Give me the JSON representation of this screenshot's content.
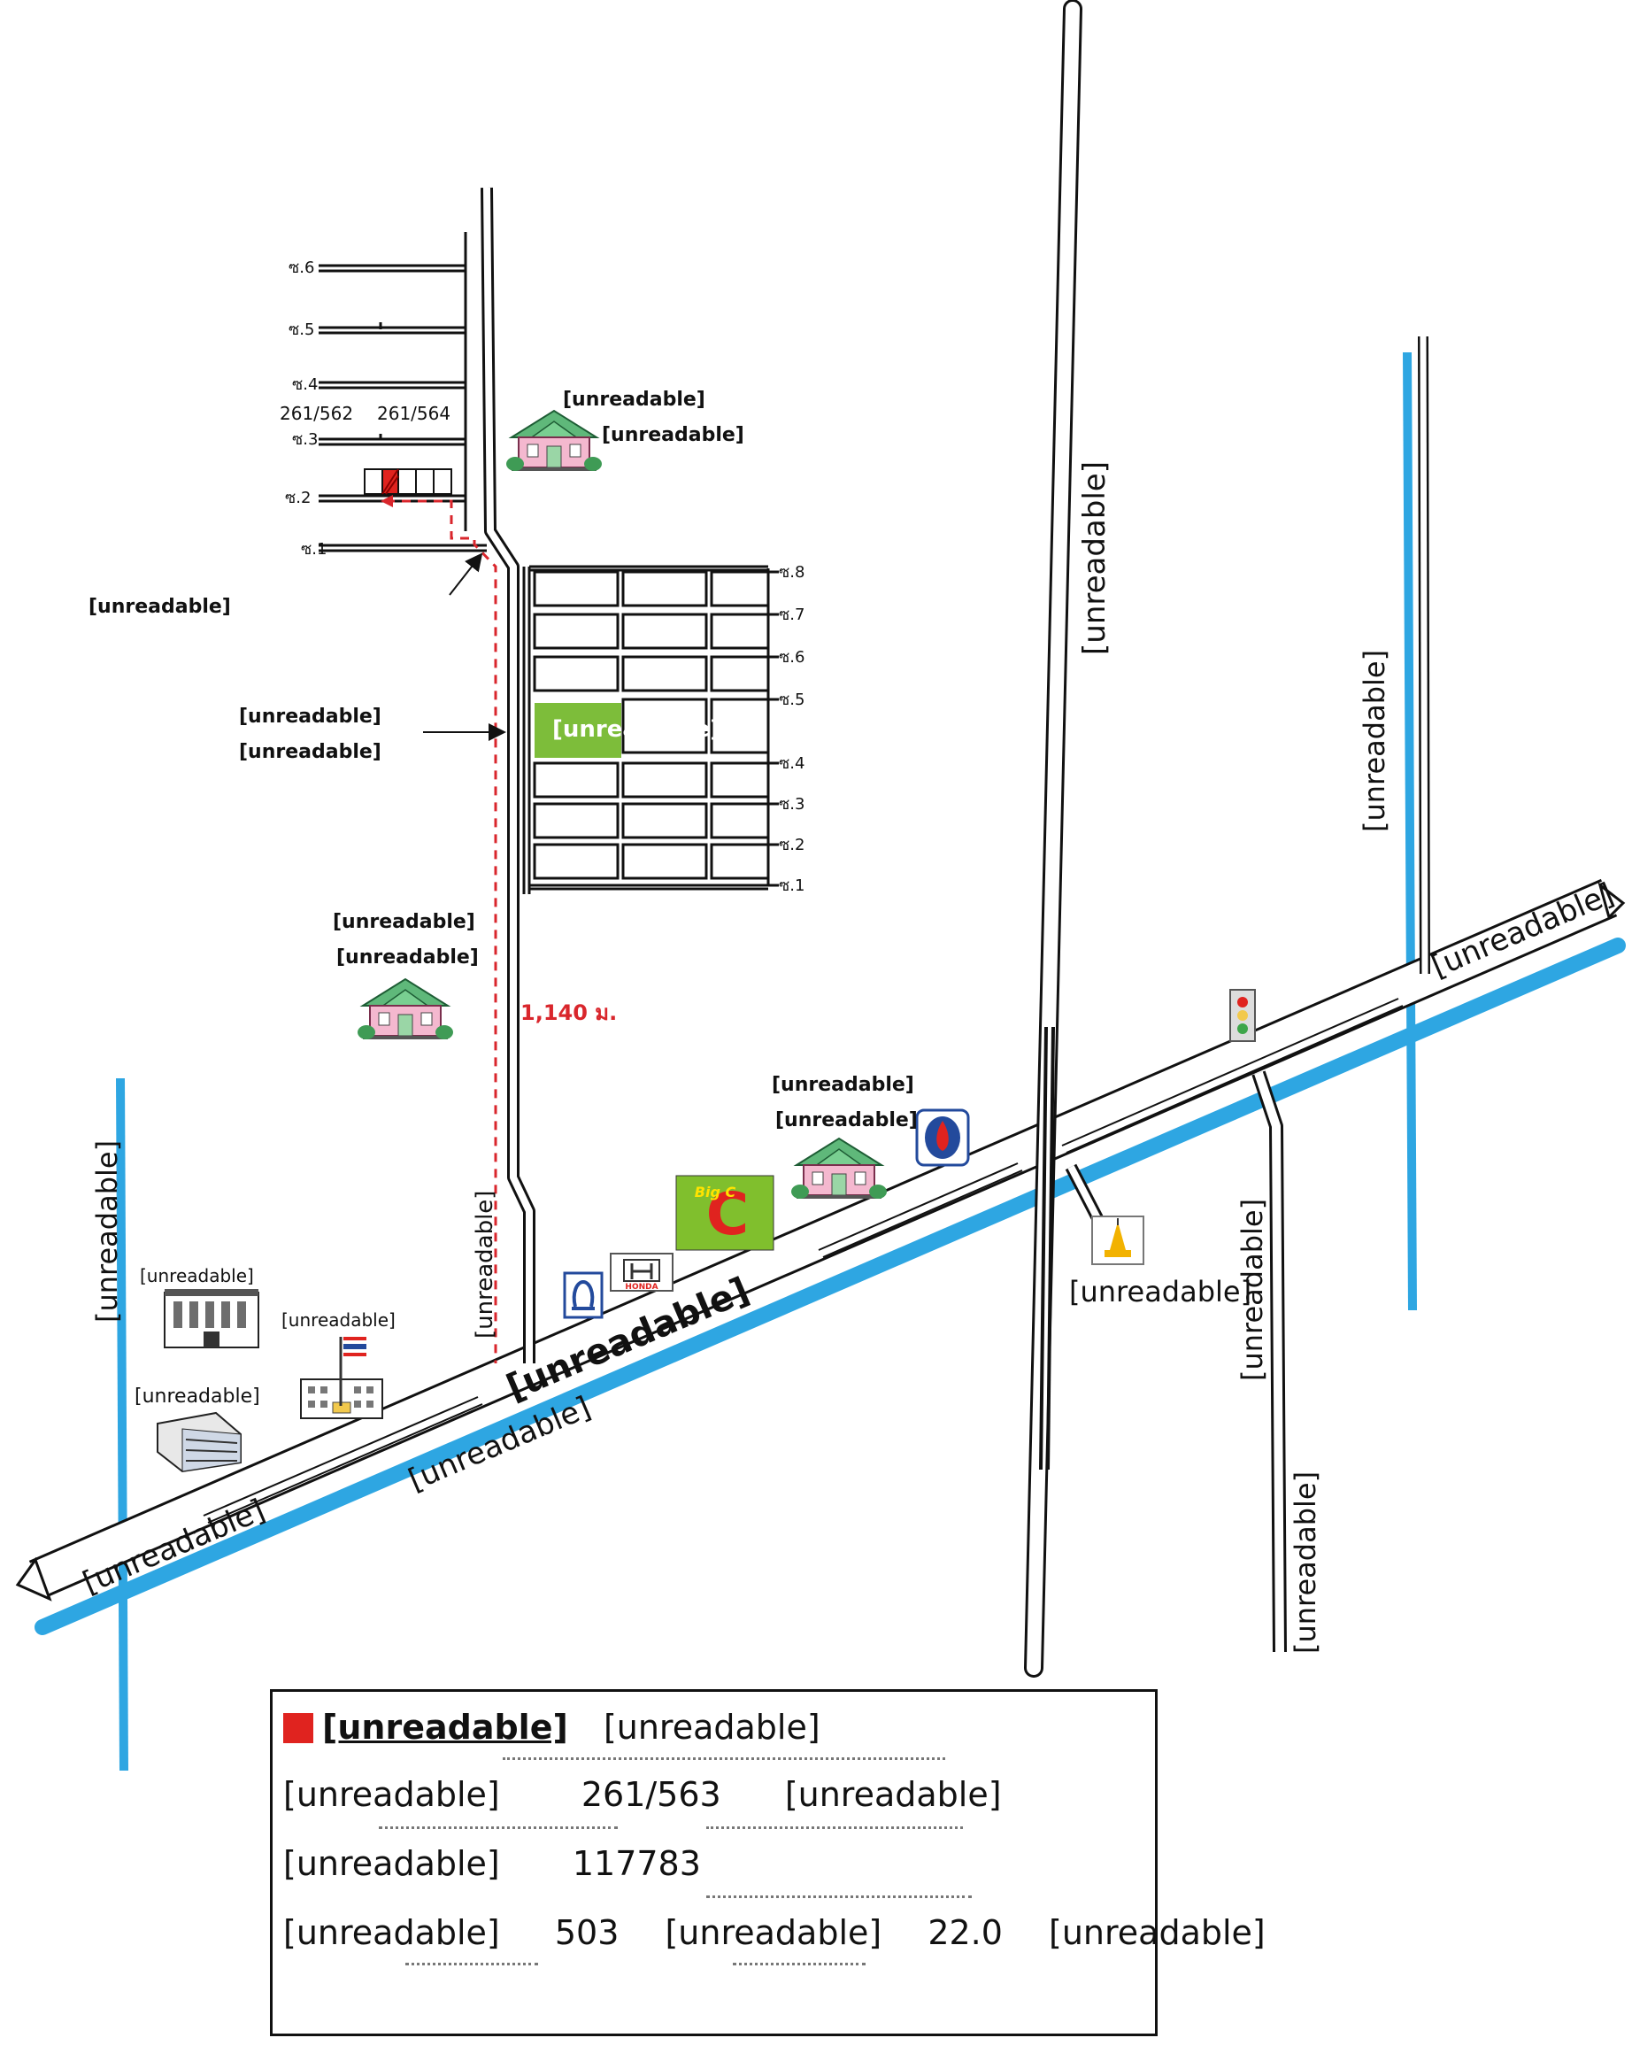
{
  "map": {
    "roads": {
      "main_road": "[unreadable]",
      "canal_main": "[unreadable]",
      "to_left": "[unreadable]",
      "to_right": "[unreadable]",
      "lumlukka_road": "[unreadable]",
      "bypass_road": "[unreadable]",
      "to_lumlukka": "[unreadable]",
      "soi_name": "[unreadable]"
    },
    "canals": {
      "left": "[unreadable]",
      "right": "[unreadable]"
    },
    "landmarks": {
      "district_office": "[unreadable]",
      "school": "[unreadable]",
      "land_office": "[unreadable]",
      "temple": "[unreadable]",
      "honda": "HONDA",
      "bigc": "Big C"
    },
    "villages": {
      "oxy_line1": "[unreadable]",
      "oxy_line2": "[unreadable]",
      "peak": "[unreadable]",
      "cozy_town_line1": "[unreadable]",
      "cozy_town_line2": "[unreadable]",
      "cozy_line1": "[unreadable]",
      "cozy_line2": "[unreadable]",
      "benja_line1": "[unreadable]",
      "benja_line2": "[unreadable]"
    },
    "park_label": "[unreadable]",
    "distance": "1,140 ม.",
    "plots": {
      "left": "261/562",
      "right": "261/564"
    },
    "upper_soi": [
      "ซ.6",
      "ซ.5",
      "ซ.4",
      "ซ.3",
      "ซ.2",
      "ซ.1"
    ],
    "lower_soi": [
      "ซ.8",
      "ซ.7",
      "ซ.6",
      "ซ.5",
      "ซ.4",
      "ซ.3",
      "ซ.2",
      "ซ.1"
    ]
  },
  "info": {
    "title": "[unreadable]",
    "title_type": "[unreadable]",
    "no_label": "[unreadable]",
    "no_value": "261/563",
    "project": "[unreadable]",
    "deed_label": "[unreadable]",
    "deed_value": "117783",
    "land_no_label": "[unreadable]",
    "land_no_value": "503",
    "area_label": "[unreadable]",
    "area_value": "22.0",
    "area_unit": "[unreadable]"
  }
}
